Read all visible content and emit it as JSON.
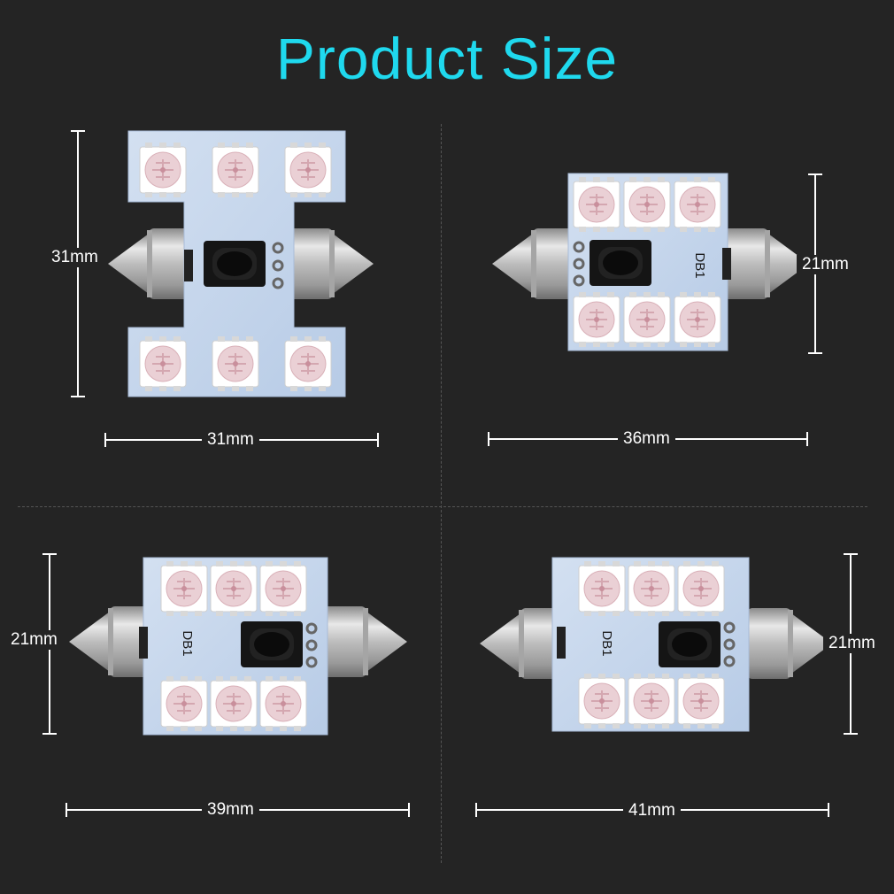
{
  "title": "Product Size",
  "products": [
    {
      "name": "31mm",
      "length_label": "31mm",
      "height_label": "31mm"
    },
    {
      "name": "36mm",
      "length_label": "36mm",
      "height_label": "21mm",
      "pcb_marking": "DB1"
    },
    {
      "name": "39mm",
      "length_label": "39mm",
      "height_label": "21mm",
      "pcb_marking": "DB1"
    },
    {
      "name": "41mm",
      "length_label": "41mm",
      "height_label": "21mm",
      "pcb_marking": "DB1"
    }
  ],
  "colors": {
    "title": "#1fd9ee",
    "background": "#242424",
    "pcb": "#c5d6ec",
    "led_body": "#ffffff",
    "led_chip": "#e8c9cf",
    "metal": "#b8b8b8",
    "ir_sensor": "#111111"
  }
}
